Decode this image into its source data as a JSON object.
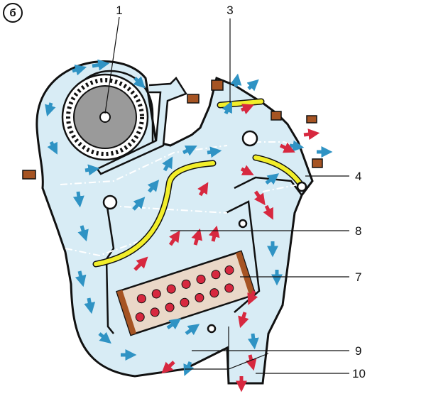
{
  "badge": "б",
  "callouts": [
    {
      "id": "c1",
      "label": "1"
    },
    {
      "id": "c3",
      "label": "3"
    },
    {
      "id": "c4",
      "label": "4"
    },
    {
      "id": "c8",
      "label": "8"
    },
    {
      "id": "c7",
      "label": "7"
    },
    {
      "id": "c9",
      "label": "9"
    },
    {
      "id": "c10",
      "label": "10"
    }
  ],
  "colors": {
    "housing": "#d8ecf5",
    "outline": "#111111",
    "cold_arrow": "#2f93c4",
    "hot_arrow": "#d7283f",
    "damper": "#f2ee2a",
    "flange": "#a65423",
    "fan": "#9a9a9a",
    "heater_core": "#ead8c8"
  },
  "icons": [
    "blower-fan-icon",
    "heater-core-icon",
    "damper-flap-icon",
    "airflow-arrow-icon"
  ]
}
